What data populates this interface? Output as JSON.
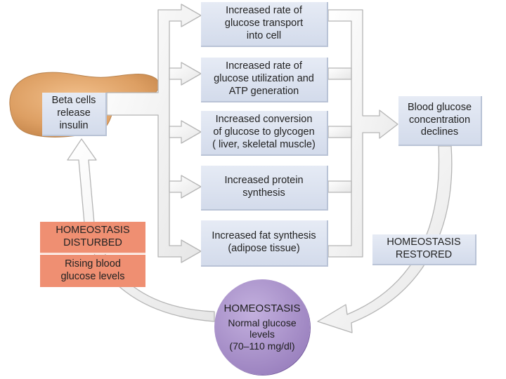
{
  "pancreas_label": "Beta cells\nrelease\ninsulin",
  "effects": [
    "Increased rate of\nglucose transport\ninto cell",
    "Increased rate of\nglucose utilization and\nATP generation",
    "Increased conversion\nof glucose to glycogen\n( liver, skeletal muscle)",
    "Increased protein\nsynthesis",
    "Increased fat synthesis\n(adipose tissue)"
  ],
  "outcome_label": "Blood glucose\nconcentration\ndeclines",
  "disturbed": {
    "title": "HOMEOSTASIS\nDISTURBED",
    "detail": "Rising blood\nglucose levels"
  },
  "restored": "HOMEOSTASIS\nRESTORED",
  "homeostasis": {
    "title": "HOMEOSTASIS",
    "detail": "Normal glucose\nlevels\n(70–110 mg/dl)"
  },
  "colors": {
    "box": "#dbe1ef",
    "disturbed": "#ef8f72",
    "circle": "#a48cc6",
    "arrow": "#ffffff",
    "arrow_outline": "#b5b5b5",
    "pancreas": "#e0a468"
  }
}
